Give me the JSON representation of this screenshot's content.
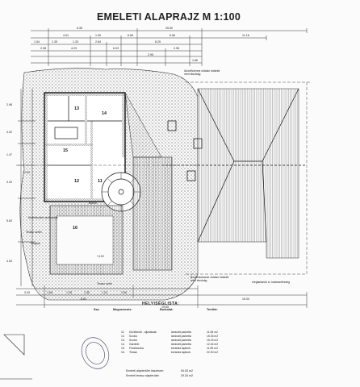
{
  "drawing": {
    "title": "EMELETI ALAPRAJZ M 1:100",
    "top_dims": {
      "row1": [
        "5.35",
        "25.50",
        "11.16"
      ],
      "row2": [
        "4.01",
        "1.30",
        "6.65",
        "6.56"
      ],
      "row3": [
        "1.54",
        "1.39",
        "1.33",
        "2.64",
        "8.25"
      ],
      "row4": [
        "2.08",
        "4.23",
        "6.03",
        "2.96"
      ],
      "row5": [
        "2.95",
        "1.66"
      ]
    },
    "bottom_dims": {
      "row1": [
        "3.29",
        "1.68",
        "1.25",
        "1.35",
        "1.24",
        "2.66"
      ],
      "row2": [
        "8.81",
        "15.00"
      ],
      "row3": [
        "19.65"
      ]
    },
    "left_dims": [
      "2.98",
      "3.02",
      "1.47",
      "3.20",
      "5.63",
      "4.53"
    ],
    "rooms": [
      "13",
      "14",
      "15",
      "11",
      "12",
      "16"
    ],
    "annotations": {
      "neighbor_top": "Alsóriñcienne oldalsó határtól mért távolság",
      "neighbor_bottom_left": "Bozáthadzazae oldalsó határtól mért távolság",
      "neighbor_bottom_right": "megtartandó tv. határszélesség",
      "terrace": "Terasz szélei",
      "pergola": "Pergola",
      "garage_roof": "Melléképület szélessége",
      "eave": "Terasz széle",
      "level": "+4.00",
      "height": "+2.90",
      "stair": "lépcső"
    }
  },
  "legend": {
    "title": "HELYISÉGLISTA:",
    "headers": [
      "Ssz.",
      "Megnevezés:",
      "Burkolat:",
      "Terület:"
    ],
    "rows": [
      [
        "11.",
        "Közlekedő - aljzatának",
        "laminált parketta",
        "11.65 m2"
      ],
      [
        "12.",
        "Szoba",
        "laminált parketta",
        "15.33 m2"
      ],
      [
        "13.",
        "Szoba",
        "laminált parketta",
        "15.23 m2"
      ],
      [
        "14.",
        "Gardrób",
        "laminált parketta",
        "12.44 m2"
      ],
      [
        "15.",
        "Fürdőszoba",
        "kerámia lapburk.",
        "11.89 m2"
      ],
      [
        "16.",
        "Terasz",
        "kerámia lapburk.",
        "22.00 m2"
      ]
    ],
    "sum1": "Emeleti alapterület összesen:",
    "sum1_val": "54.53 m2",
    "sum2": "Emeleti terasz alapterület:",
    "sum2_val": "29.34 m2"
  }
}
